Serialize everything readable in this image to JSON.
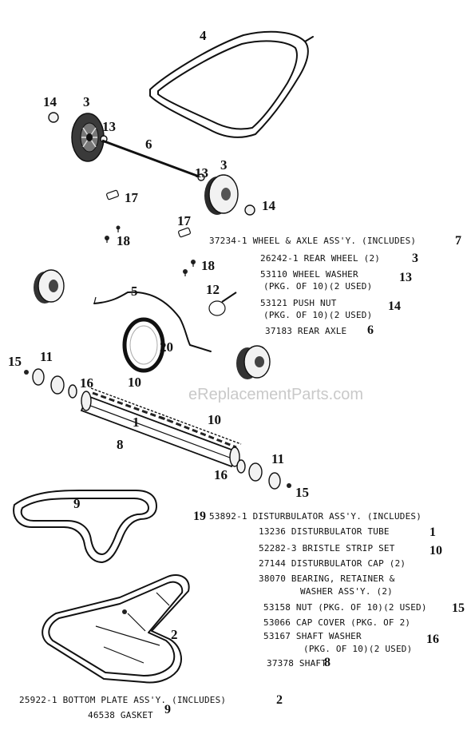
{
  "watermark": "eReplacementParts.com",
  "callouts": [
    "4",
    "14",
    "3",
    "13",
    "6",
    "3",
    "13",
    "17",
    "14",
    "17",
    "18",
    "18",
    "5",
    "12",
    "20",
    "15",
    "11",
    "16",
    "10",
    "1",
    "10",
    "8",
    "11",
    "16",
    "15",
    "9",
    "2"
  ],
  "parts_list_wheel": [
    {
      "text": "37234-1 WHEEL & AXLE ASS'Y. (INCLUDES)",
      "ref": "7"
    },
    {
      "text": "26242-1 REAR WHEEL (2)",
      "ref": "3"
    },
    {
      "text": "53110 WHEEL WASHER",
      "ref": "13"
    },
    {
      "text": "(PKG. OF 10)(2 USED)",
      "ref": ""
    },
    {
      "text": "53121 PUSH NUT",
      "ref": "14"
    },
    {
      "text": "(PKG. OF 10)(2 USED)",
      "ref": ""
    },
    {
      "text": "37183 REAR AXLE",
      "ref": "6"
    }
  ],
  "parts_list_disturbulator": [
    {
      "text": "53892-1 DISTURBULATOR ASS'Y. (INCLUDES)",
      "ref": "19"
    },
    {
      "text": "13236 DISTURBULATOR TUBE",
      "ref": "1"
    },
    {
      "text": "52282-3 BRISTLE STRIP SET",
      "ref": "10"
    },
    {
      "text": "27144 DISTURBULATOR CAP (2)",
      "ref": ""
    },
    {
      "text": "38070 BEARING, RETAINER &",
      "ref": ""
    },
    {
      "text": "WASHER ASS'Y. (2)",
      "ref": ""
    },
    {
      "text": "53158 NUT (PKG. OF 10)(2 USED)",
      "ref": "15"
    },
    {
      "text": "53066 CAP COVER (PKG. OF 2)",
      "ref": ""
    },
    {
      "text": "53167 SHAFT WASHER",
      "ref": "16"
    },
    {
      "text": "(PKG. OF 10)(2 USED)",
      "ref": ""
    },
    {
      "text": "37378 SHAFT",
      "ref": "8"
    }
  ],
  "parts_list_bottom": [
    {
      "text": "25922-1 BOTTOM PLATE ASS'Y. (INCLUDES)",
      "ref": "2"
    },
    {
      "text": "46538 GASKET",
      "ref": "9"
    }
  ]
}
